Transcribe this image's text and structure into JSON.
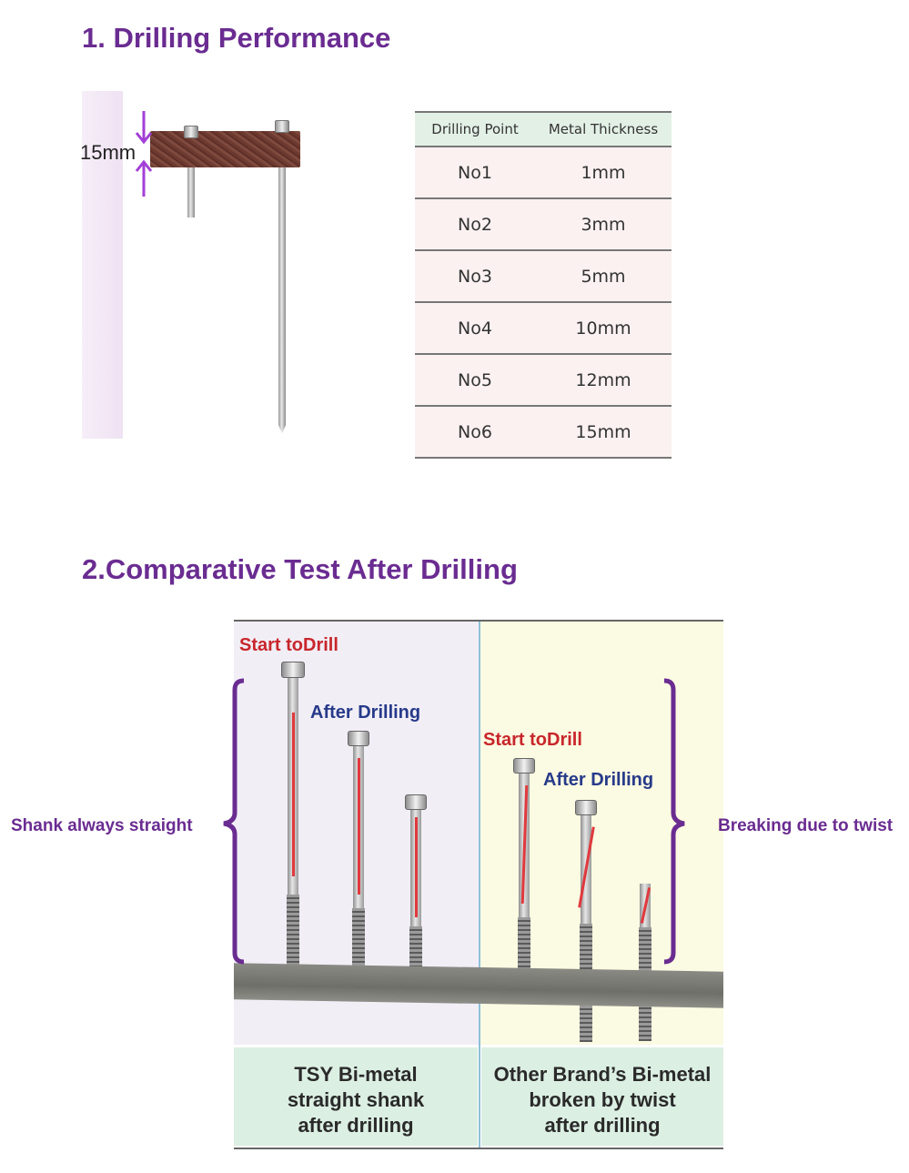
{
  "section1": {
    "title": "1. Drilling Performance",
    "thickness_label": "15mm",
    "table": {
      "headers": [
        "Drilling Point",
        "Metal Thickness"
      ],
      "rows": [
        [
          "No1",
          "1mm"
        ],
        [
          "No2",
          "3mm"
        ],
        [
          "No3",
          "5mm"
        ],
        [
          "No4",
          "10mm"
        ],
        [
          "No5",
          "12mm"
        ],
        [
          "No6",
          "15mm"
        ]
      ]
    }
  },
  "section2": {
    "title": "2.Comparative Test After Drilling",
    "left_side_label": "Shank always straight",
    "right_side_label": "Breaking due to twist",
    "left": {
      "start_label": "Start toDrill",
      "after_label": "After Drilling",
      "caption": [
        "TSY Bi-metal",
        "straight shank",
        "after drilling"
      ]
    },
    "right": {
      "start_label": "Start toDrill",
      "after_label": "After Drilling",
      "caption": [
        "Other Brand’s Bi-metal",
        "broken by twist",
        "after drilling"
      ]
    }
  },
  "colors": {
    "title": "#6a2c91",
    "red_label": "#c8262b",
    "blue_label": "#273a8a",
    "caption_bg": "#dcefe3",
    "table_header_bg": "#e3f0e6",
    "table_row_bg": "#fbf1f1"
  }
}
